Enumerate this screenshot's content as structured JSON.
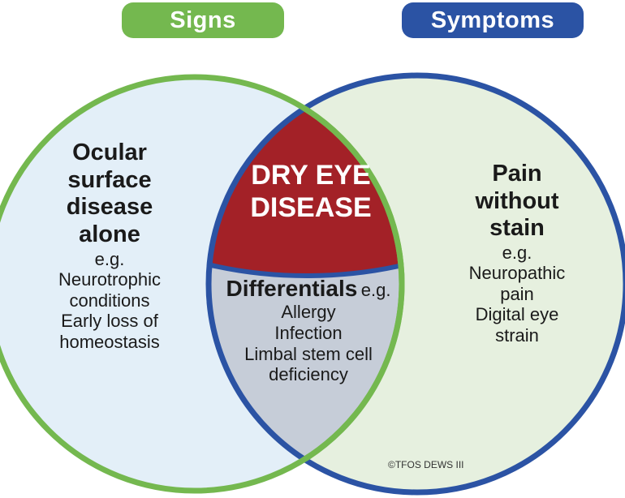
{
  "labels": {
    "signs": "Signs",
    "symptoms": "Symptoms"
  },
  "left_circle": {
    "heading": [
      "Ocular",
      "surface",
      "disease",
      "alone"
    ],
    "eg": "e.g.",
    "items": [
      "Neurotrophic",
      "conditions",
      "Early loss of",
      "homeostasis"
    ]
  },
  "right_circle": {
    "heading": [
      "Pain",
      "without",
      "stain"
    ],
    "eg": "e.g.",
    "items": [
      "Neuropathic",
      "pain",
      "Digital eye",
      "strain"
    ]
  },
  "overlap_top": {
    "lines": [
      "DRY EYE",
      "DISEASE"
    ]
  },
  "overlap_bottom": {
    "title": "Differentials",
    "eg": "e.g.",
    "items": [
      "Allergy",
      "Infection",
      "Limbal stem cell",
      "deficiency"
    ]
  },
  "copyright": "©TFOS DEWS III",
  "colors": {
    "green": "#74b84f",
    "blue": "#2b53a4",
    "left_fill": "#e3eff8",
    "right_fill": "#e6f0df",
    "dry_eye_fill": "#a32127",
    "differentials_fill": "#c6cdd8"
  }
}
